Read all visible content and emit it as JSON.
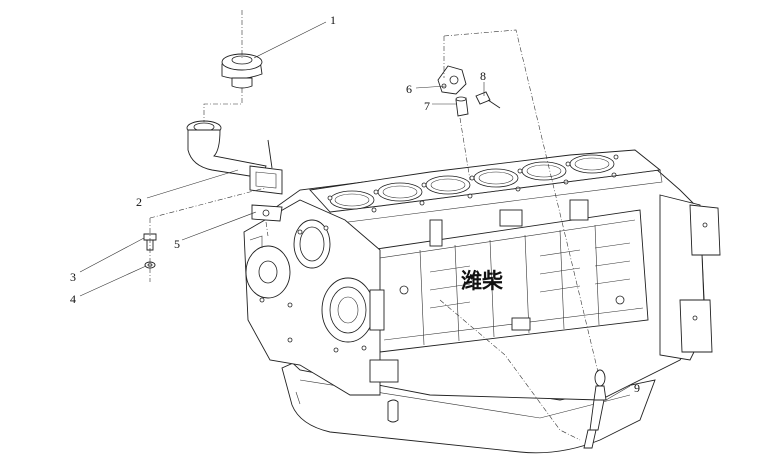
{
  "brand_text": "潍柴",
  "callouts": [
    {
      "label": "1",
      "part": "filler-cap"
    },
    {
      "label": "2",
      "part": "oil-filler-pipe"
    },
    {
      "label": "3",
      "part": "bolt"
    },
    {
      "label": "4",
      "part": "washer"
    },
    {
      "label": "5",
      "part": "gasket"
    },
    {
      "label": "6",
      "part": "dipstick-bracket"
    },
    {
      "label": "7",
      "part": "sleeve"
    },
    {
      "label": "8",
      "part": "bolt"
    },
    {
      "label": "9",
      "part": "oil-dipstick"
    }
  ]
}
